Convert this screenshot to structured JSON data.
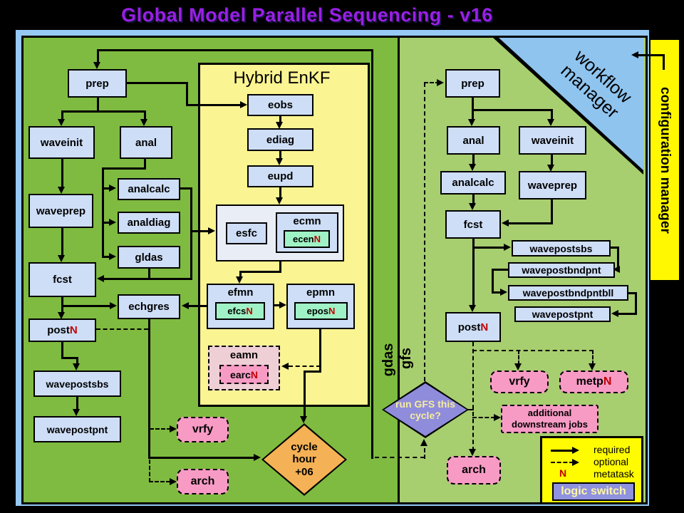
{
  "title": "Global Model Parallel Sequencing - v16",
  "managers": {
    "workflow_line1": "workflow",
    "workflow_line2": "manager",
    "configuration": "configuration manager"
  },
  "panels": {
    "gdas": "gdas",
    "gfs": "gfs",
    "enkf": "Hybrid EnKF"
  },
  "meta_n": "N",
  "gdas": {
    "prep": "prep",
    "waveinit": "waveinit",
    "anal": "anal",
    "waveprep": "waveprep",
    "analcalc": "analcalc",
    "analdiag": "analdiag",
    "gldas": "gldas",
    "fcst": "fcst",
    "echgres": "echgres",
    "post": "post",
    "wavepostsbs": "wavepostsbs",
    "wavepostpnt": "wavepostpnt",
    "vrfy": "vrfy",
    "arch": "arch"
  },
  "enkf": {
    "eobs": "eobs",
    "ediag": "ediag",
    "eupd": "eupd",
    "esfc": "esfc",
    "ecmn": "ecmn",
    "ecen": "ecen",
    "efmn": "efmn",
    "efcs": "efcs",
    "epmn": "epmn",
    "epos": "epos",
    "eamn": "eamn",
    "earc": "earc"
  },
  "gfs": {
    "prep": "prep",
    "anal": "anal",
    "waveinit": "waveinit",
    "analcalc": "analcalc",
    "waveprep": "waveprep",
    "fcst": "fcst",
    "wavepostsbs": "wavepostsbs",
    "wavepostbndpnt": "wavepostbndpnt",
    "wavepostbndpntbll": "wavepostbndpntbll",
    "wavepostpnt": "wavepostpnt",
    "post": "post",
    "vrfy": "vrfy",
    "metp": "metp",
    "additional_line1": "additional",
    "additional_line2": "downstream jobs",
    "arch": "arch"
  },
  "decisions": {
    "cycle_line1": "cycle",
    "cycle_line2": "hour",
    "cycle_line3": "+06",
    "rungfs_line1": "run GFS this",
    "rungfs_line2": "cycle?"
  },
  "legend": {
    "required": "required",
    "optional": "optional",
    "metatask": "metatask",
    "n": "N",
    "logic_switch": "logic switch"
  },
  "colors": {
    "title_purple": "#9A1FE6",
    "frame_blue": "#96C9F3",
    "gdas_green": "#7FBB40",
    "gfs_green": "#A7CE6F",
    "enkf_yellow": "#FBF492",
    "task_blue": "#CEDEF7",
    "metatask_mint": "#9FF2C5",
    "optional_pink": "#F79BC5",
    "eamn_pink": "#EFCFD6",
    "cycle_orange": "#F5B155",
    "switch_purple": "#8F92DE",
    "legend_yellow": "#FFFB00",
    "config_yellow": "#FFF800",
    "metatask_red": "#C00000"
  }
}
